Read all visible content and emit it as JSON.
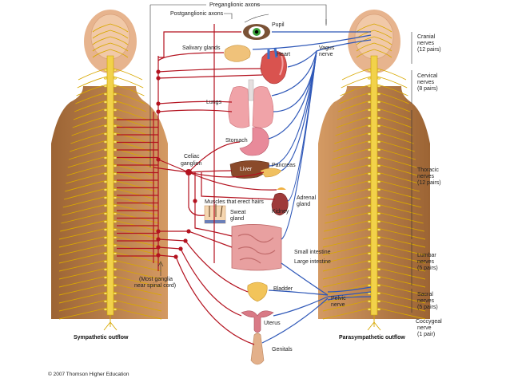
{
  "labels": {
    "preganglionic": "Preganglionic axons",
    "postganglionic": "Postganglionic axons",
    "pupil": "Pupil",
    "salivary": "Salivary glands",
    "heart": "Heart",
    "vagus1": "Vagus",
    "vagus2": "nerve",
    "lungs": "Lungs",
    "celiac1": "Celiac",
    "celiac2": "ganglion",
    "stomach": "Stomach",
    "pancreas": "Pancreas",
    "liver": "Liver",
    "muscles": "Muscles that erect hairs",
    "adrenal1": "Adrenal",
    "adrenal2": "gland",
    "sweat1": "Sweat",
    "sweat2": "gland",
    "kidney": "Kidney",
    "small_int": "Small intestine",
    "large_int": "Large intestine",
    "most_ganglia1": "(Most ganglia",
    "most_ganglia2": "near spinal cord)",
    "bladder": "Bladder",
    "pelvic1": "Pelvic",
    "pelvic2": "nerve",
    "uterus": "Uterus",
    "genitals": "Genitals",
    "sympathetic": "Sympathetic outflow",
    "parasympathetic": "Parasympathetic outflow",
    "copyright": "© 2007 Thomson Higher Education"
  },
  "nerve_groups": [
    {
      "line1": "Cranial",
      "line2": "nerves",
      "line3": "(12 pairs)"
    },
    {
      "line1": "Cervical",
      "line2": "nerves",
      "line3": "(8 pairs)"
    },
    {
      "line1": "Thoracic",
      "line2": "nerves",
      "line3": "(12 pairs)"
    },
    {
      "line1": "Lumbar",
      "line2": "nerves",
      "line3": "(5 pairs)"
    },
    {
      "line1": "Sacral",
      "line2": "nerves",
      "line3": "(5 pairs)"
    },
    {
      "line1": "Coccygeal",
      "line2": "nerve",
      "line3": "(1 pair)"
    }
  ],
  "colors": {
    "sympathetic": "#b3121f",
    "parasympathetic": "#2f58b8",
    "spinal_nerve": "#d8a800",
    "body_skin": "#c78c55",
    "head_skin": "#e8b48f"
  }
}
